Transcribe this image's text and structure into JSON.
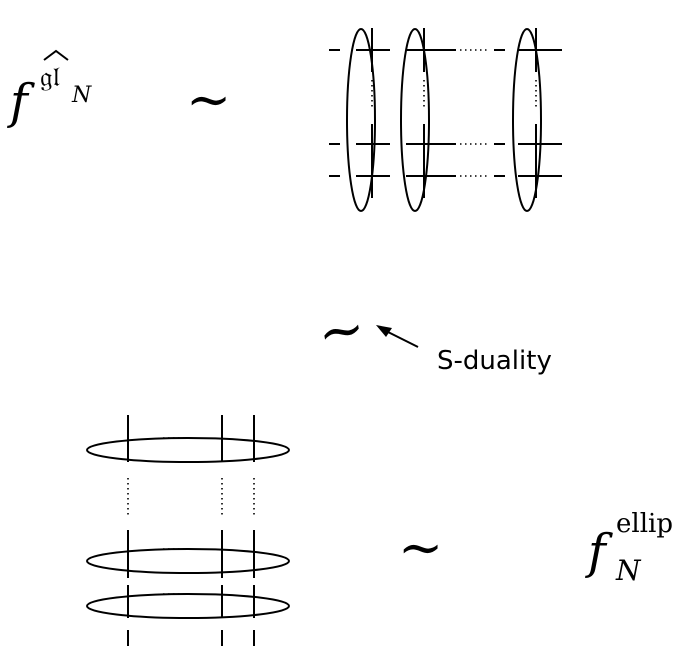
{
  "top": {
    "f_symbol": "f",
    "gl_label": "𝔤𝔩",
    "gl_subscript": "N",
    "equiv": "∼"
  },
  "middle": {
    "tilde": "∼",
    "arrow_label": "S-duality"
  },
  "bottom": {
    "equiv": "∼",
    "f_symbol": "f",
    "superscript": "ellip",
    "subscript": "N"
  }
}
